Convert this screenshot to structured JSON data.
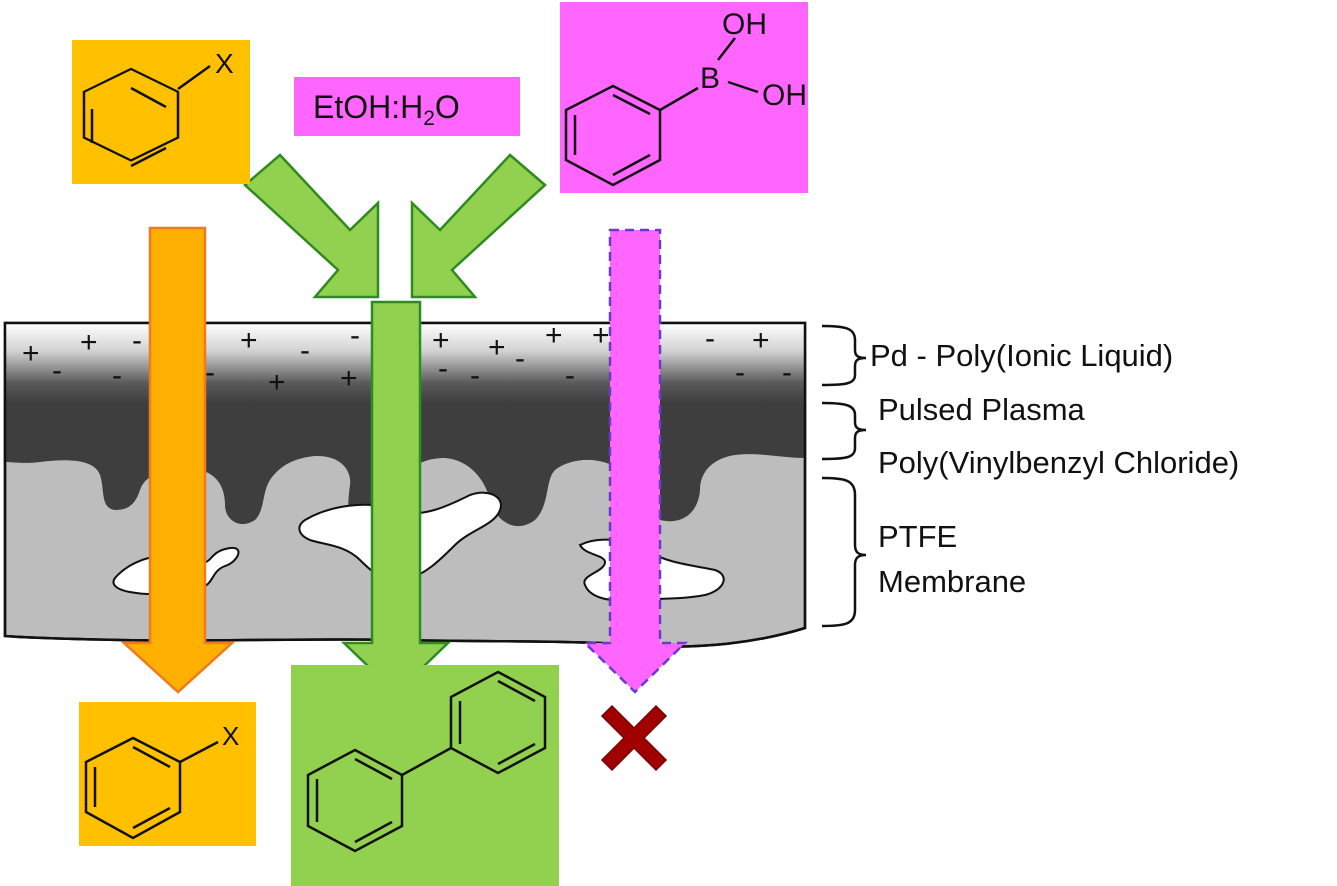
{
  "reagents": {
    "aryl_halide_substituent": "X",
    "solvent": {
      "main": "EtOH:H",
      "subscript": "2",
      "tail": "O"
    },
    "boronic_acid": {
      "boron": "B",
      "hydroxyl_top": "OH",
      "hydroxyl_right": "OH"
    }
  },
  "products": {
    "aryl_halide_substituent": "X",
    "boronic_acid_blocked_mark": "cross-icon"
  },
  "layers": [
    {
      "label": "Pd - Poly(Ionic Liquid)"
    },
    {
      "label_line1": "Pulsed Plasma",
      "label_line2": "Poly(Vinylbenzyl Chloride)"
    },
    {
      "label_line1": "PTFE",
      "label_line2": "Membrane"
    }
  ],
  "charges": [
    "+",
    "-",
    "+",
    "-",
    "-",
    "+",
    "+",
    "-",
    "+",
    "-",
    "+",
    "-",
    "-",
    "+",
    "-",
    "+",
    "-",
    "+",
    "-",
    "-",
    "+",
    "-",
    "+",
    "-",
    "-"
  ],
  "colors": {
    "orange": "#FFC000",
    "orange_arrow": "#FFB000",
    "orange_outline": "#F07A1E",
    "green": "#92D050",
    "green_outline": "#2E8B20",
    "magenta": "#FF66FF",
    "magenta_outline": "#6A3BD0",
    "cross": "#A00000",
    "dark_layer": "#3E3E3E",
    "light_layer": "#BDBDBD"
  }
}
